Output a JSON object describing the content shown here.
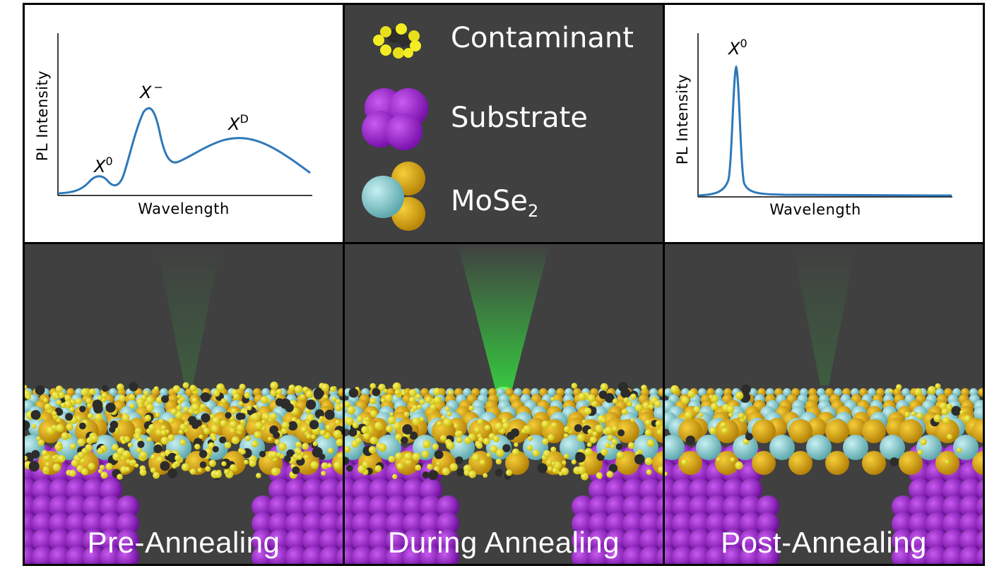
{
  "legend": {
    "contaminant": "Contaminant",
    "substrate": "Substrate",
    "mose2_base": "MoSe",
    "mose2_sub": "2"
  },
  "colors": {
    "curve": "#2e78b8",
    "panel_dark": "#404040",
    "substrate": "#9b1fd6",
    "selenium": "#e3ae10",
    "molybdenum": "#8fd2d6",
    "contaminant": "#f4ec22",
    "laser": "#35e040"
  },
  "pre_spectrum": {
    "xlabel": "Wavelength",
    "ylabel": "PL Intensity",
    "peaks": [
      {
        "base": "X",
        "sup": "0"
      },
      {
        "base": "X",
        "sup": "−"
      },
      {
        "base": "X",
        "sup": "D"
      }
    ]
  },
  "post_spectrum": {
    "xlabel": "Wavelength",
    "ylabel": "PL Intensity",
    "peaks": [
      {
        "base": "X",
        "sup": "0"
      }
    ]
  },
  "scenes": [
    {
      "label": "Pre-Annealing"
    },
    {
      "label": "During Annealing"
    },
    {
      "label": "Post-Annealing"
    }
  ]
}
